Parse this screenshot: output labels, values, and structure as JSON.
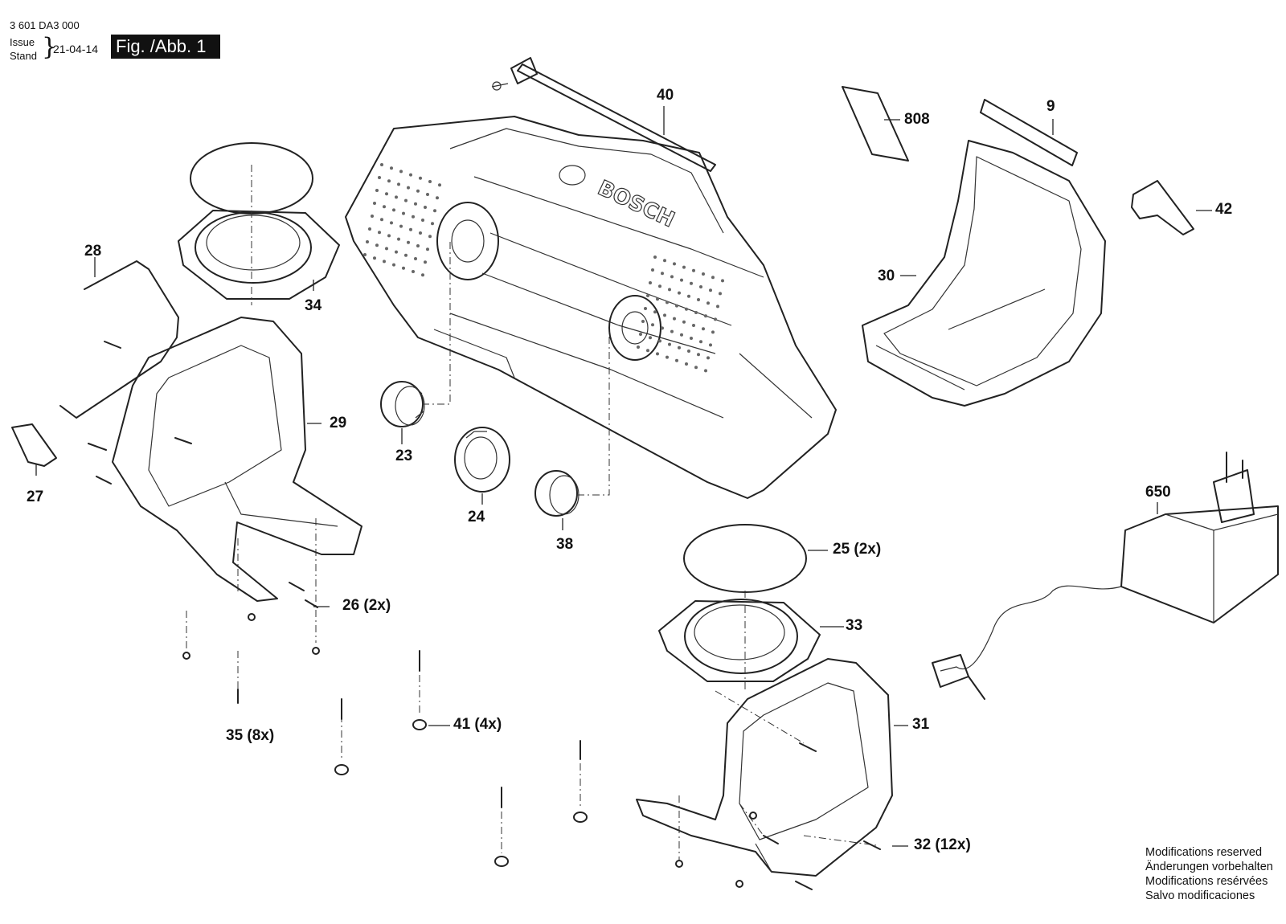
{
  "header": {
    "part_code": "3 601 DA3 000",
    "issue_label": "Issue",
    "stand_label": "Stand",
    "brace": "}",
    "date": "21-04-14",
    "figure": "Fig. /Abb. 1"
  },
  "callouts": {
    "c40": "40",
    "c808": "808",
    "c9": "9",
    "c42": "42",
    "c30": "30",
    "c28": "28",
    "c34": "34",
    "c29": "29",
    "c27": "27",
    "c23": "23",
    "c24": "24",
    "c38": "38",
    "c650": "650",
    "c25": "25 (2x)",
    "c26": "26 (2x)",
    "c33": "33",
    "c35": "35 (8x)",
    "c41": "41 (4x)",
    "c31": "31",
    "c32": "32 (12x)"
  },
  "product": {
    "brand_logo": "BOSCH"
  },
  "footer": {
    "line1": "Modifications reserved",
    "line2": "Änderungen vorbehalten",
    "line3": "Modifications resérvées",
    "line4": "Salvo modificaciones"
  }
}
